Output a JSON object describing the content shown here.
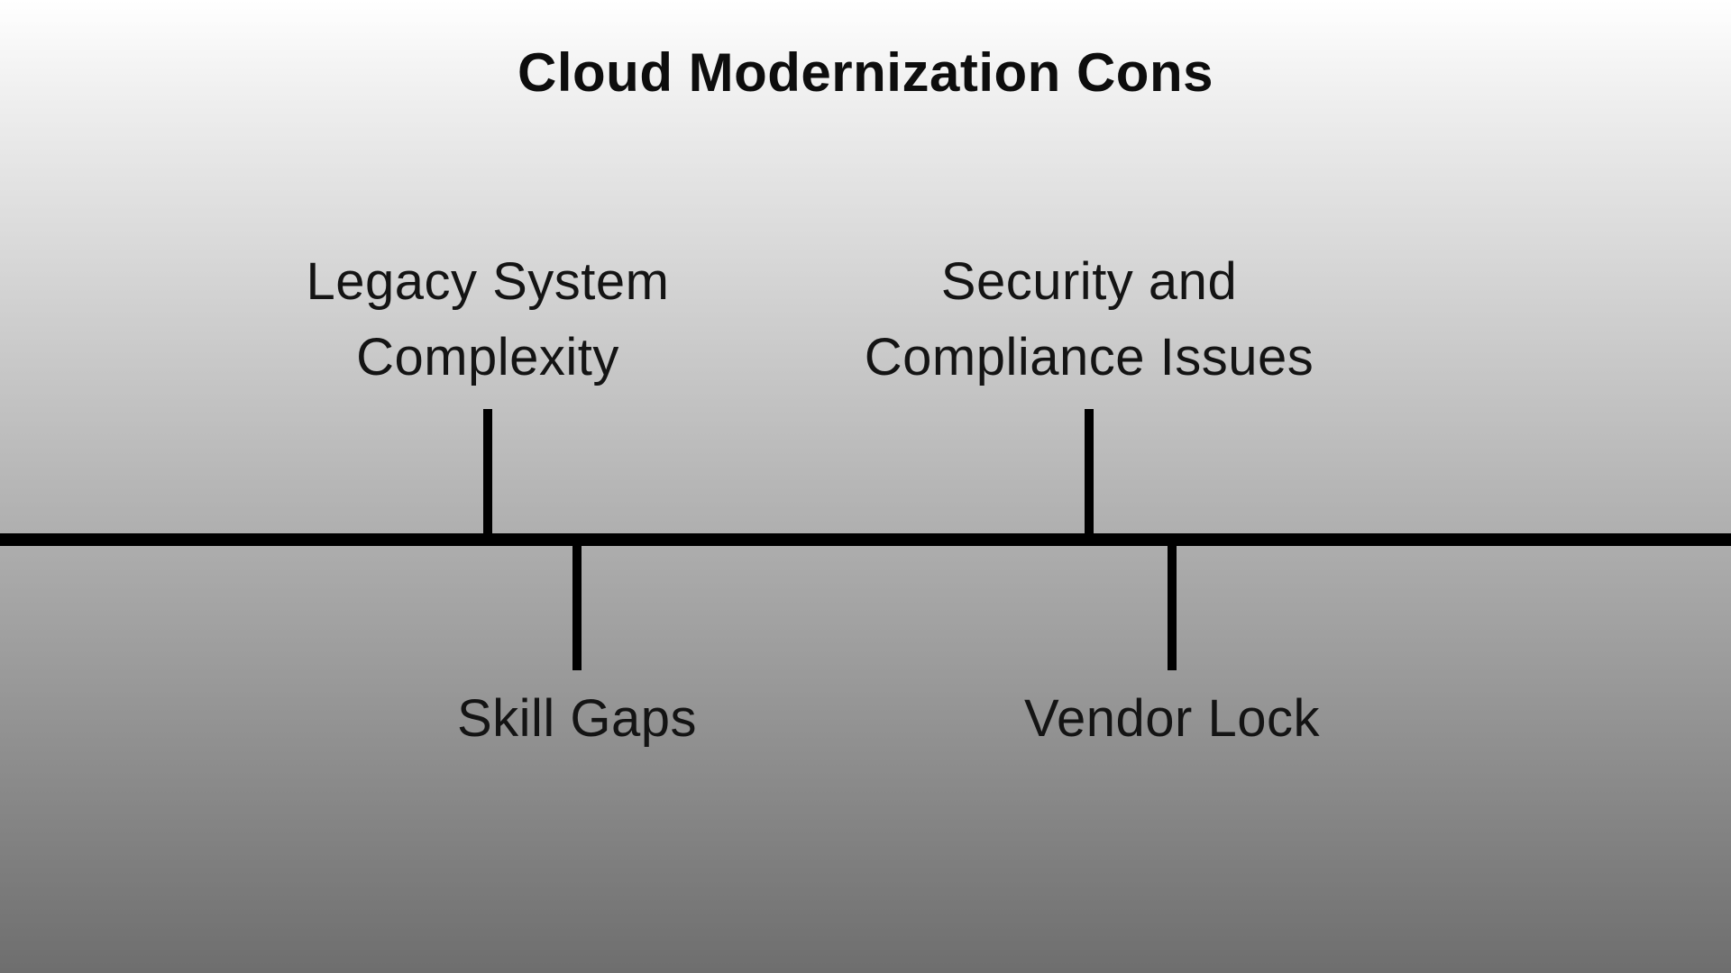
{
  "title": "Cloud Modernization Cons",
  "diagram": {
    "type": "timeline",
    "top_items": [
      {
        "label": "Legacy System Complexity",
        "lines": [
          "Legacy System",
          "Complexity"
        ]
      },
      {
        "label": "Security and Compliance Issues",
        "lines": [
          "Security and",
          "Compliance Issues"
        ]
      }
    ],
    "bottom_items": [
      {
        "label": "Skill Gaps"
      },
      {
        "label": "Vendor Lock"
      }
    ],
    "colors": {
      "axis": "#000000",
      "text": "#141414",
      "background_top": "#ffffff",
      "background_bottom": "#6e6e6e"
    }
  }
}
